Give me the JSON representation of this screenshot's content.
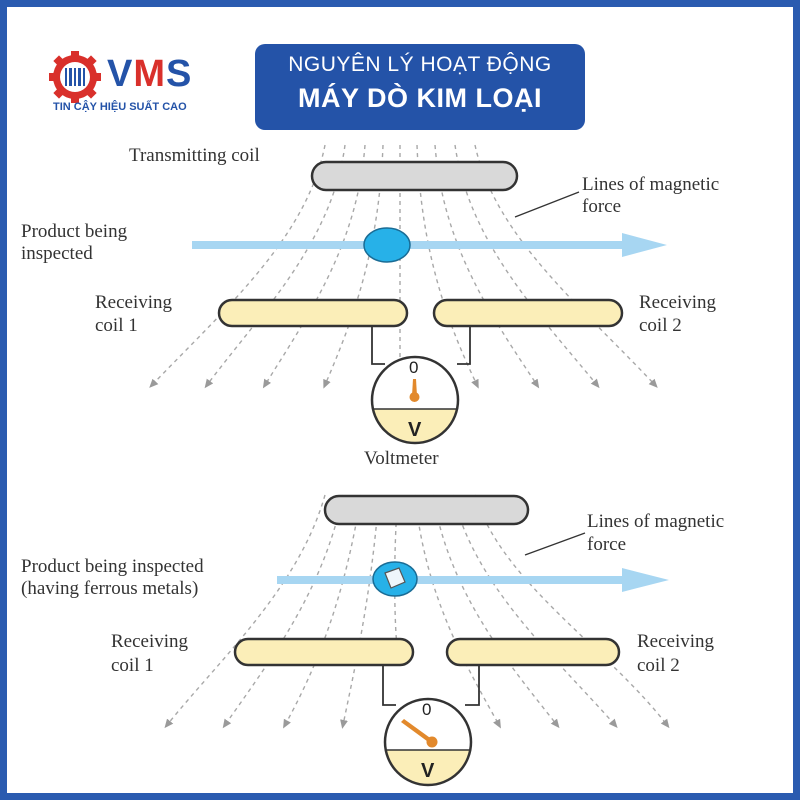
{
  "header": {
    "logo_text_a": "V",
    "logo_text_m": "M",
    "logo_text_b": "S",
    "tagline": "TIN CẬY HIỆU SUẤT CAO",
    "title_line1": "NGUYÊN LÝ HOẠT ĐỘNG",
    "title_line2": "MÁY DÒ KIM LOẠI"
  },
  "top_diagram": {
    "transmitting_coil": "Transmitting coil",
    "lines_line1": "Lines of magnetic",
    "lines_line2": "force",
    "product_line1": "Product being",
    "product_line2": "inspected",
    "recv1_line1": "Receiving",
    "recv1_line2": "coil 1",
    "recv2_line1": "Receiving",
    "recv2_line2": "coil 2",
    "dial_zero": "0",
    "dial_unit": "V",
    "voltmeter": "Voltmeter"
  },
  "bottom_diagram": {
    "lines_line1": "Lines of magnetic",
    "lines_line2": "force",
    "product_line1": "Product being inspected",
    "product_line2": "(having ferrous metals)",
    "recv1_line1": "Receiving",
    "recv1_line2": "coil 1",
    "recv2_line1": "Receiving",
    "recv2_line2": "coil 2",
    "dial_zero": "0",
    "dial_unit": "V"
  },
  "colors": {
    "brand_blue": "#2453a8",
    "brand_red": "#d9302b",
    "coil_receiving": "#fbeeb8",
    "coil_transmitting": "#d9d9d9",
    "product": "#27b1e8",
    "flow_arrow": "#a7d6f2",
    "needle": "#e2892c"
  },
  "icons": [
    "gear-icon",
    "barcode-icon"
  ]
}
